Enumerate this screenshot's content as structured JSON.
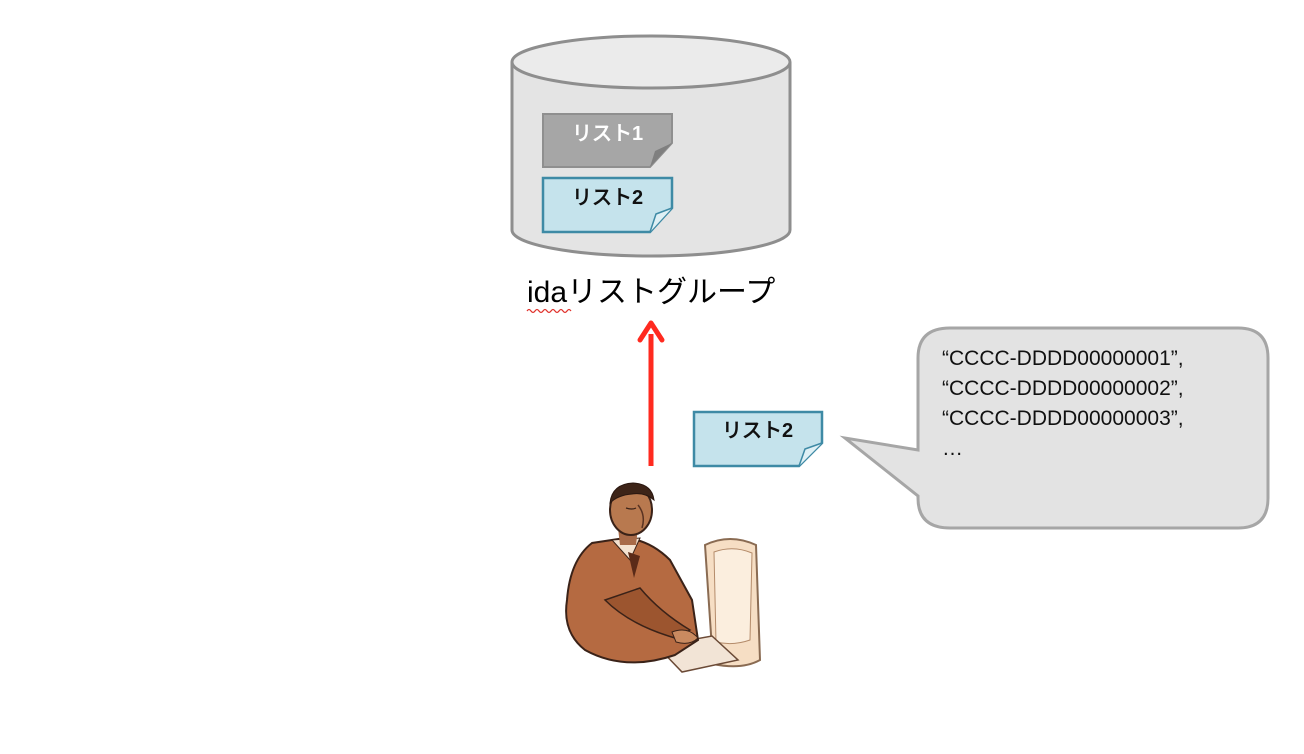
{
  "database": {
    "label": "idaリストグループ",
    "lists": [
      {
        "label": "リスト1",
        "color": "#a6a6a6",
        "text_color": "#ffffff"
      },
      {
        "label": "リスト2",
        "color": "#c5e3ec",
        "text_color": "#111111"
      }
    ]
  },
  "uploaded_list": {
    "label": "リスト2",
    "color": "#c5e3ec"
  },
  "speech_bubble": {
    "lines": [
      "“CCCC-DDDD00000001”,",
      "“CCCC-DDDD00000002”,",
      "“CCCC-DDDD00000003”,",
      "…"
    ]
  },
  "colors": {
    "arrow": "#ff2a1f",
    "database_fill": "#e4e4e4",
    "database_stroke": "#8e8e8e",
    "bubble_fill": "#e3e3e3",
    "list_border_blue": "#3e8aa5"
  },
  "icons": {
    "user": "person-at-computer-icon"
  }
}
